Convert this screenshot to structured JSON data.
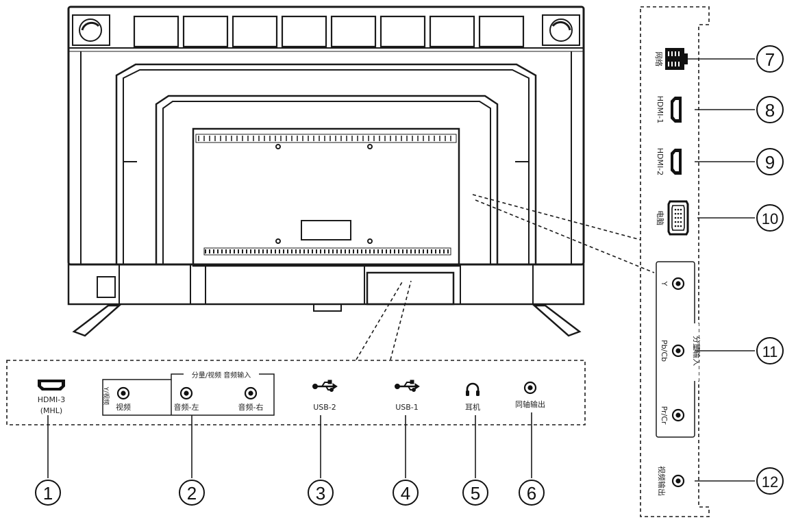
{
  "bottom_panel": {
    "ports": [
      {
        "id": "hdmi3",
        "label": "HDMI-3",
        "sublabel": "(MHL)",
        "icon": "hdmi-port-icon"
      },
      {
        "id": "video",
        "label": "视频",
        "icon": "rca-jack-icon"
      },
      {
        "id": "audio_l",
        "label": "音频-左",
        "icon": "rca-jack-icon"
      },
      {
        "id": "audio_r",
        "label": "音频-右",
        "icon": "rca-jack-icon"
      },
      {
        "id": "usb2",
        "label": "USB-2",
        "icon": "usb-icon"
      },
      {
        "id": "usb1",
        "label": "USB-1",
        "icon": "usb-icon"
      },
      {
        "id": "headphone",
        "label": "耳机",
        "icon": "headphone-icon"
      },
      {
        "id": "coax",
        "label": "同轴输出",
        "icon": "rca-jack-icon"
      }
    ],
    "group_label": "分量/视频 音频输入",
    "side_label": "Y/视频"
  },
  "side_panel": {
    "ports": [
      {
        "id": "lan",
        "label": "网络",
        "icon": "ethernet-port-icon"
      },
      {
        "id": "hdmi1",
        "label": "HDMI-1",
        "icon": "hdmi-port-icon"
      },
      {
        "id": "hdmi2",
        "label": "HDMI-2",
        "icon": "hdmi-port-icon"
      },
      {
        "id": "vga",
        "label": "电脑",
        "icon": "vga-port-icon"
      },
      {
        "id": "y",
        "label": "Y",
        "icon": "rca-jack-icon"
      },
      {
        "id": "pbcb",
        "label": "Pb/Cb",
        "icon": "rca-jack-icon"
      },
      {
        "id": "prcr",
        "label": "Pr/Cr",
        "icon": "rca-jack-icon"
      },
      {
        "id": "video_out",
        "label": "视频输出",
        "icon": "rca-jack-icon"
      }
    ],
    "group_label": "分量输入"
  },
  "callouts": [
    "1",
    "2",
    "3",
    "4",
    "5",
    "6",
    "7",
    "8",
    "9",
    "10",
    "11",
    "12"
  ]
}
